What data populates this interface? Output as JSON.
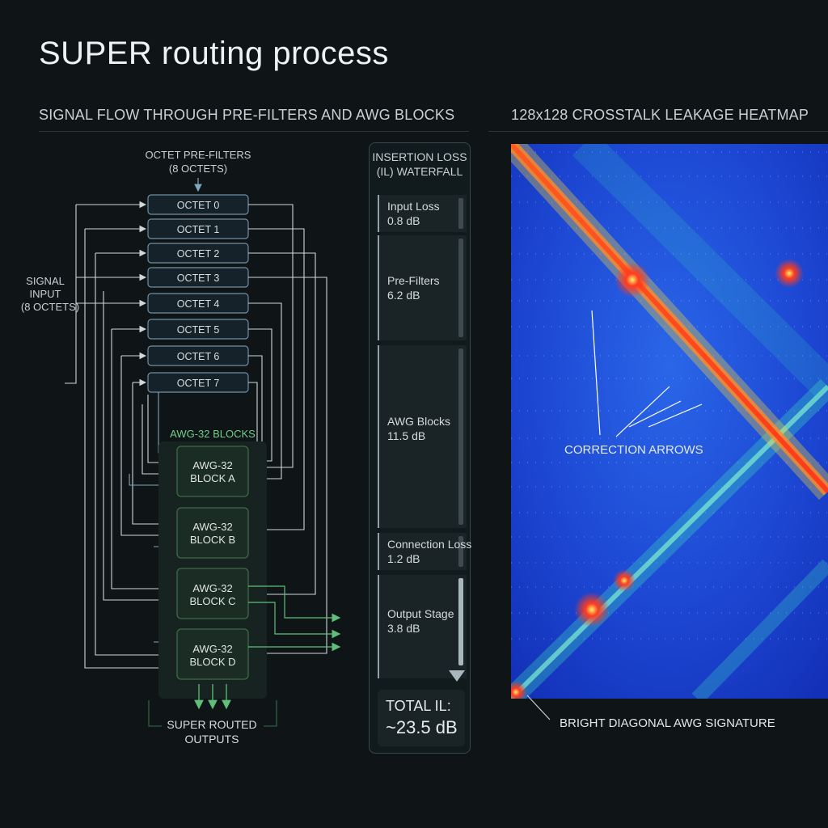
{
  "title": "SUPER routing process",
  "left_section": {
    "heading": "SIGNAL FLOW THROUGH PRE-FILTERS AND AWG BLOCKS",
    "prefilter_header": [
      "OCTET PRE-FILTERS",
      "(8 OCTETS)"
    ],
    "signal_input": [
      "SIGNAL",
      "INPUT",
      "(8 OCTETS)"
    ],
    "octets": [
      "OCTET 0",
      "OCTET 1",
      "OCTET 2",
      "OCTET 3",
      "OCTET 4",
      "OCTET 5",
      "OCTET 6",
      "OCTET 7"
    ],
    "awg_group_label": "AWG-32 BLOCKS",
    "awg_blocks": [
      [
        "AWG-32",
        "BLOCK A"
      ],
      [
        "AWG-32",
        "BLOCK B"
      ],
      [
        "AWG-32",
        "BLOCK C"
      ],
      [
        "AWG-32",
        "BLOCK D"
      ]
    ],
    "outputs_label": [
      "SUPER ROUTED",
      "OUTPUTS"
    ],
    "colors": {
      "node_stroke": "#6f8fa3",
      "awg_stroke": "#3e6a48",
      "awg_label": "#6fcf8a",
      "output_arrow": "#5fbf7a"
    }
  },
  "waterfall": {
    "header": [
      "INSERTION LOSS",
      "(IL) WATERFALL"
    ],
    "steps": [
      {
        "label": "Input Loss",
        "value": "0.8 dB"
      },
      {
        "label": "Pre-Filters",
        "value": "6.2 dB"
      },
      {
        "label": "AWG Blocks",
        "value": "11.5 dB"
      },
      {
        "label": "Connection Loss",
        "value": "1.2 dB"
      },
      {
        "label": "Output Stage",
        "value": "3.8 dB"
      }
    ],
    "total_label": "TOTAL IL:",
    "total_value": "~23.5 dB"
  },
  "heatmap": {
    "heading": "128x128 CROSSTALK LEAKAGE HEATMAP",
    "correction_label": "CORRECTION ARROWS",
    "signature_label": "BRIGHT DIAGONAL AWG SIGNATURE",
    "colors": {
      "background": "#1a3fd0",
      "diagonal": "#ff3b1f",
      "secondary": "#47e0c8"
    }
  }
}
